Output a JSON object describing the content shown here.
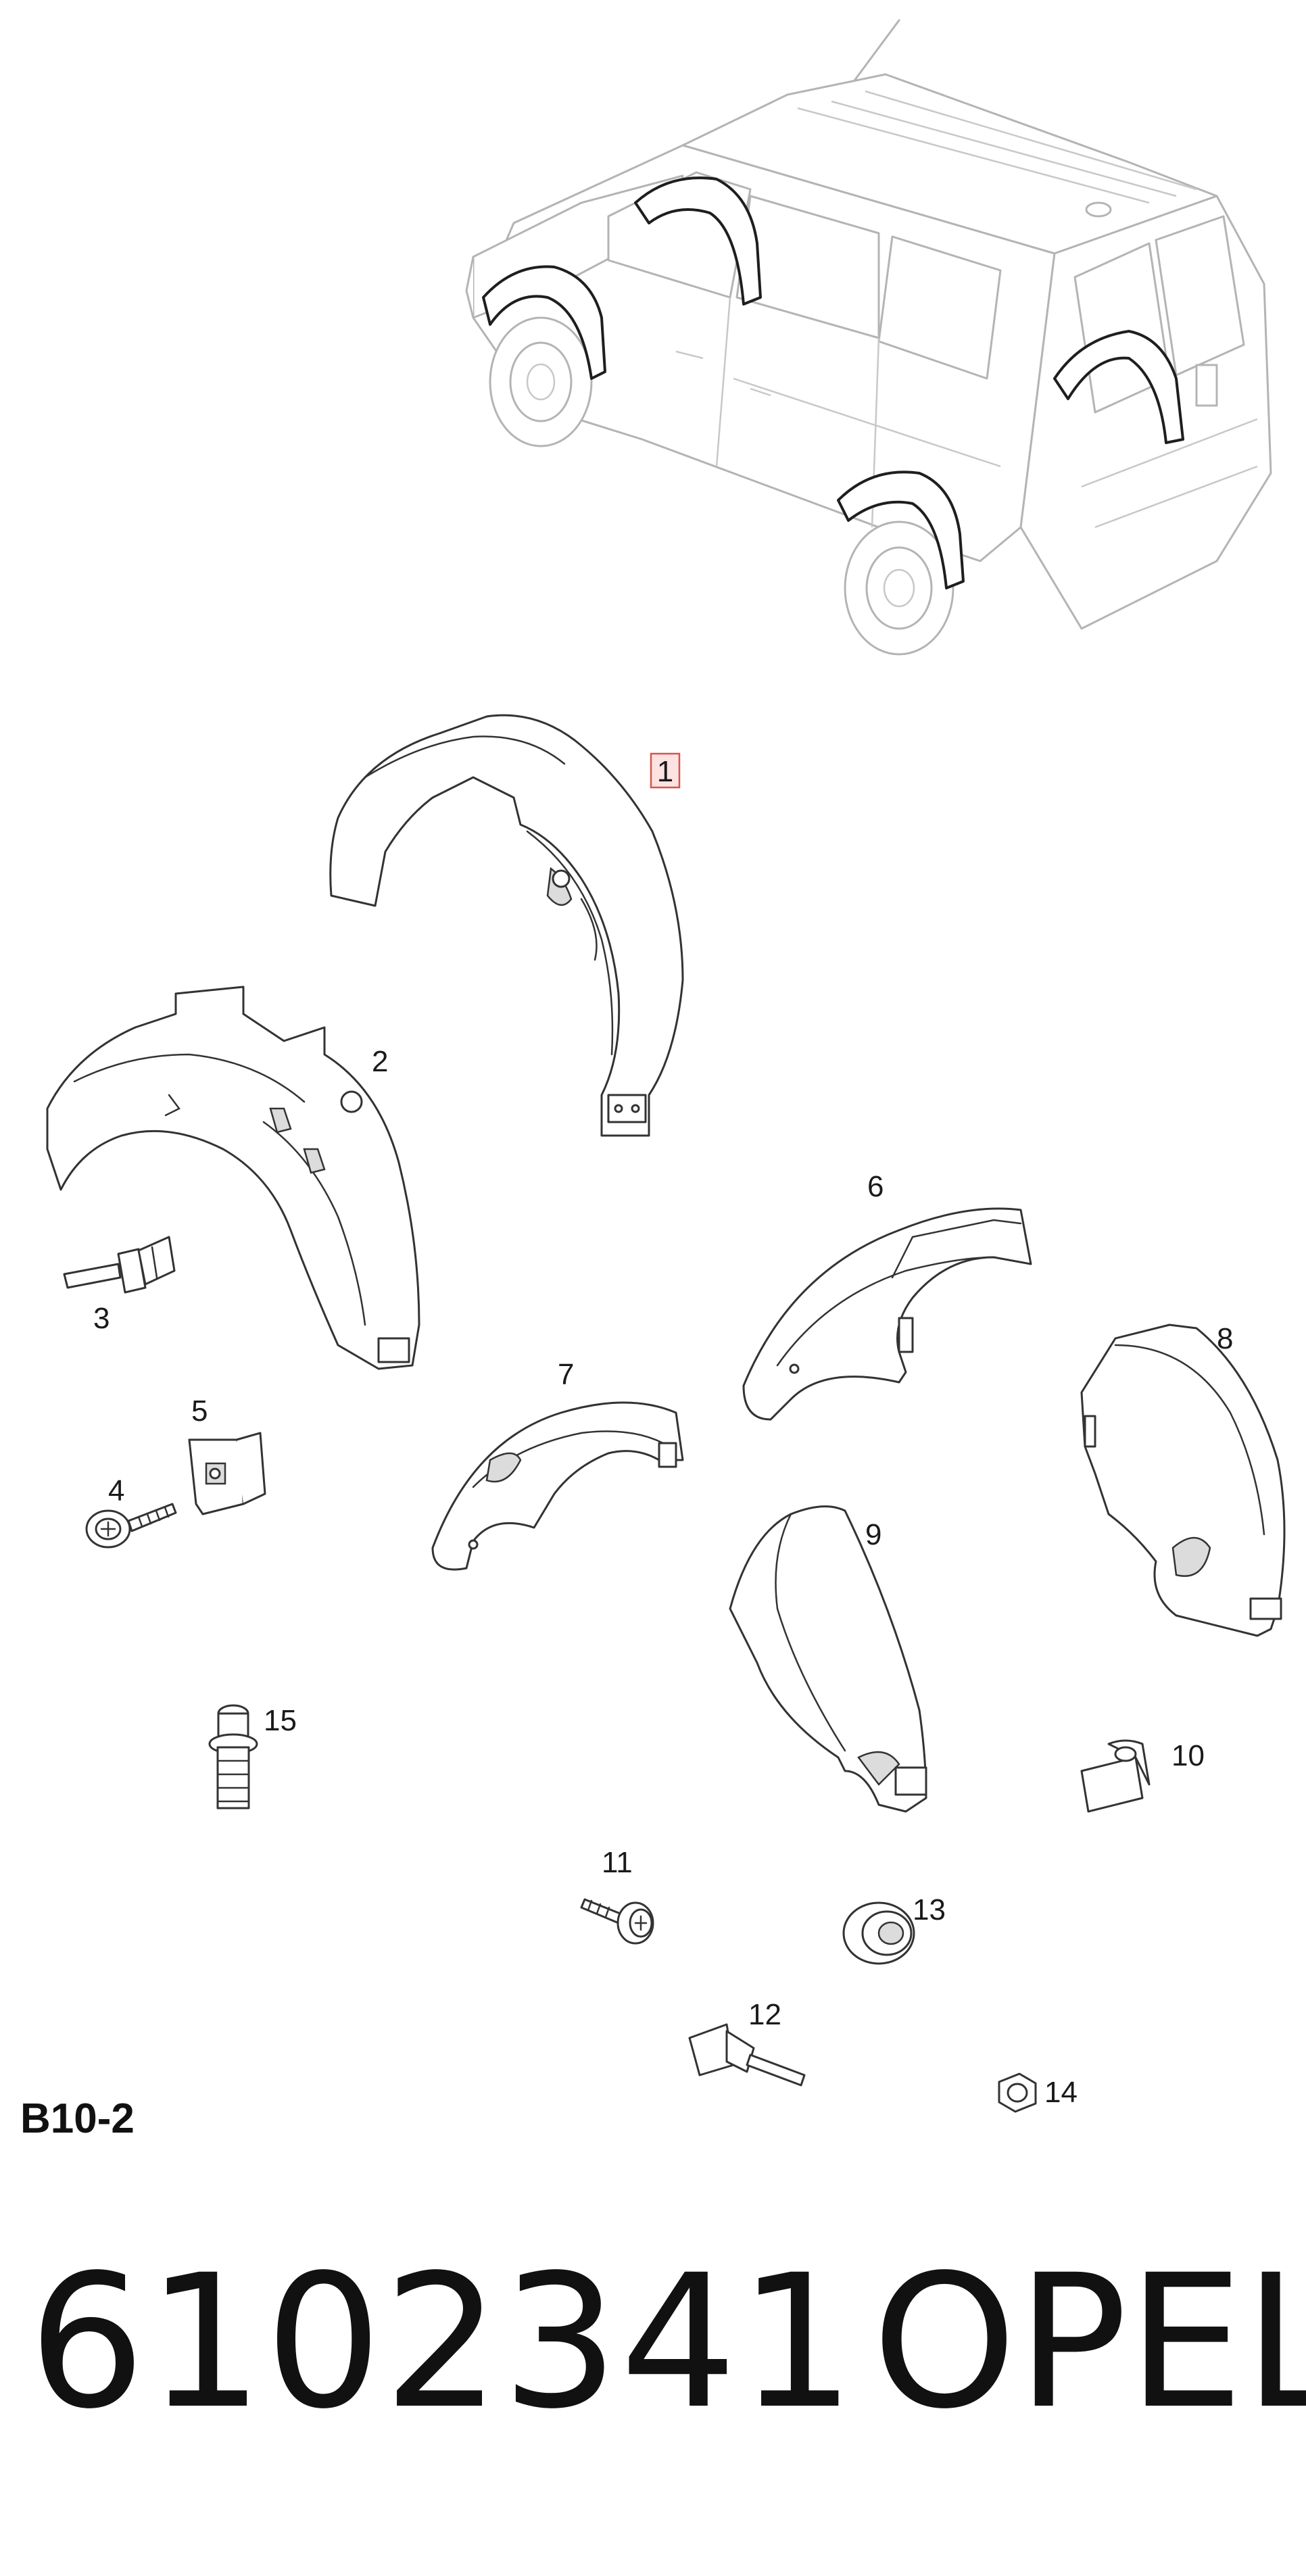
{
  "diagram": {
    "reference_code": "B10-2",
    "callouts": [
      "1",
      "2",
      "3",
      "4",
      "5",
      "6",
      "7",
      "8",
      "9",
      "10",
      "11",
      "12",
      "13",
      "14",
      "15"
    ],
    "highlighted_callout": "1"
  },
  "footer": {
    "part_number": "6102341",
    "brand": "OPEL"
  },
  "colors": {
    "line": "#333333",
    "van_outline": "#b4b4b4",
    "highlight_fill": "#fde2e2",
    "highlight_stroke": "#d9534f"
  }
}
